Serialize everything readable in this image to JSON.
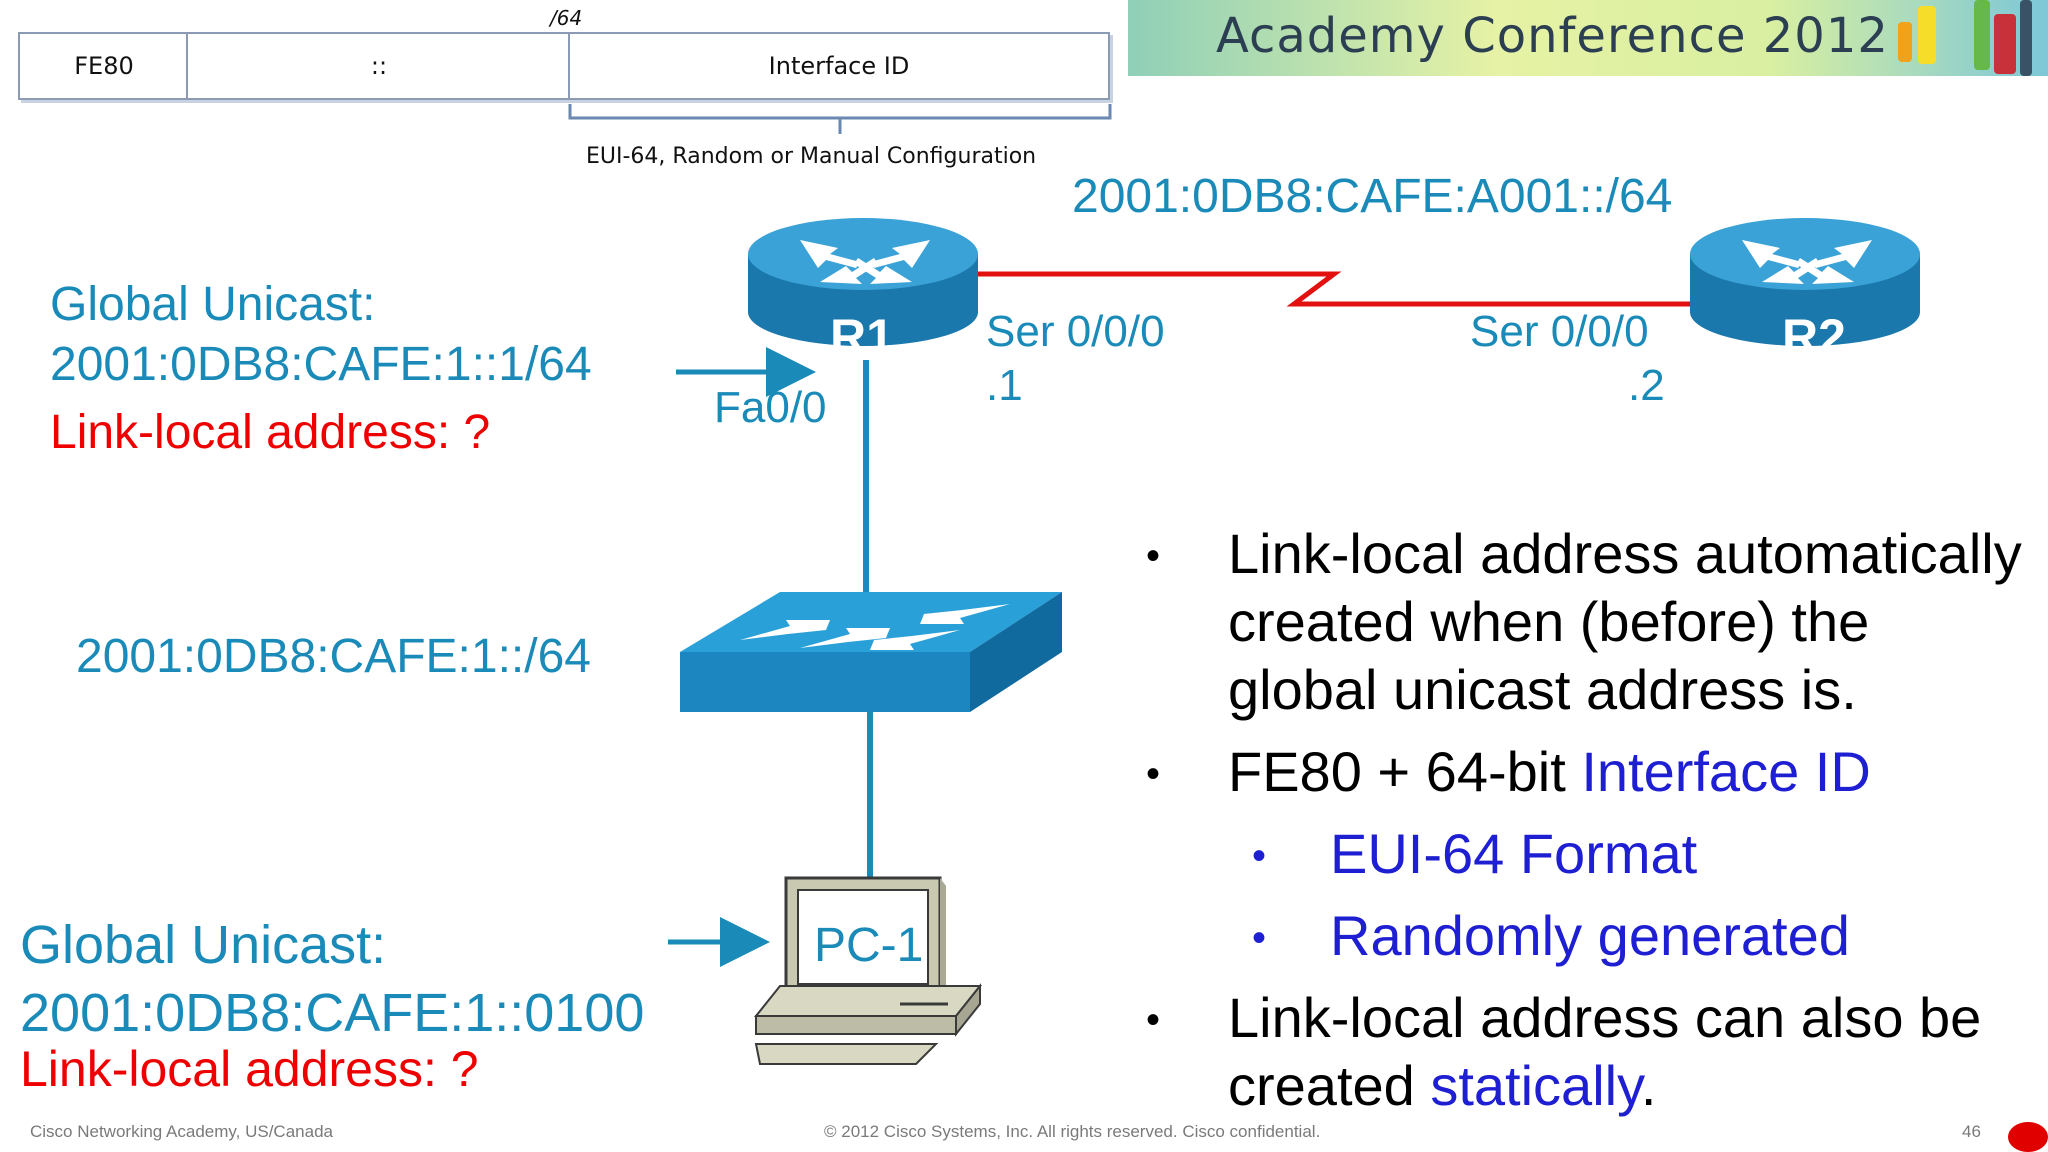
{
  "address_structure": {
    "prefix_len": "/64",
    "fields": [
      "FE80",
      "::",
      "Interface ID"
    ],
    "caption": "EUI-64, Random or Manual Configuration"
  },
  "banner": {
    "title": "Academy Conference 2012"
  },
  "network": {
    "serial_subnet": "2001:0DB8:CAFE:A001::/64",
    "r1_label": "R1",
    "r2_label": "R2",
    "r1_serial_iface": "Ser 0/0/0",
    "r1_serial_host": ".1",
    "r2_serial_iface": "Ser 0/0/0",
    "r2_serial_host": ".2",
    "r1_fa_iface": "Fa0/0",
    "lan_subnet": "2001:0DB8:CAFE:1::/64",
    "pc_label": "PC-1"
  },
  "r1_info": {
    "gu_label": "Global Unicast:",
    "gu_address": "2001:0DB8:CAFE:1::1/64",
    "ll_label": "Link-local address: ?"
  },
  "pc_info": {
    "gu_label": "Global Unicast:",
    "gu_address": "2001:0DB8:CAFE:1::0100",
    "ll_label": "Link-local address: ?"
  },
  "bullets": {
    "b1_line1": "Link-local address automatically",
    "b1_line2": "created when (before) the",
    "b1_line3": "global unicast address is.",
    "b2_text": "FE80 + 64-bit ",
    "b2_accent": "Interface ID",
    "b2a": "EUI-64 Format",
    "b2b": "Randomly generated",
    "b3_line1": "Link-local address can also be",
    "b3_line2_text": "created ",
    "b3_line2_accent": "statically",
    "b3_line2_end": ".",
    "bullet_symbol": "•"
  },
  "footer": {
    "left": "Cisco Networking Academy, US/Canada",
    "center": "© 2012 Cisco Systems, Inc. All rights reserved. Cisco confidential.",
    "page": "46"
  },
  "colors": {
    "blue_text": "#1a8ab8",
    "red_text": "#ee0000",
    "accent_text": "#1e1ed2",
    "link_line": "#1a8ab8",
    "serial_line": "#e31010",
    "device_blue": "#1e8ec6"
  }
}
